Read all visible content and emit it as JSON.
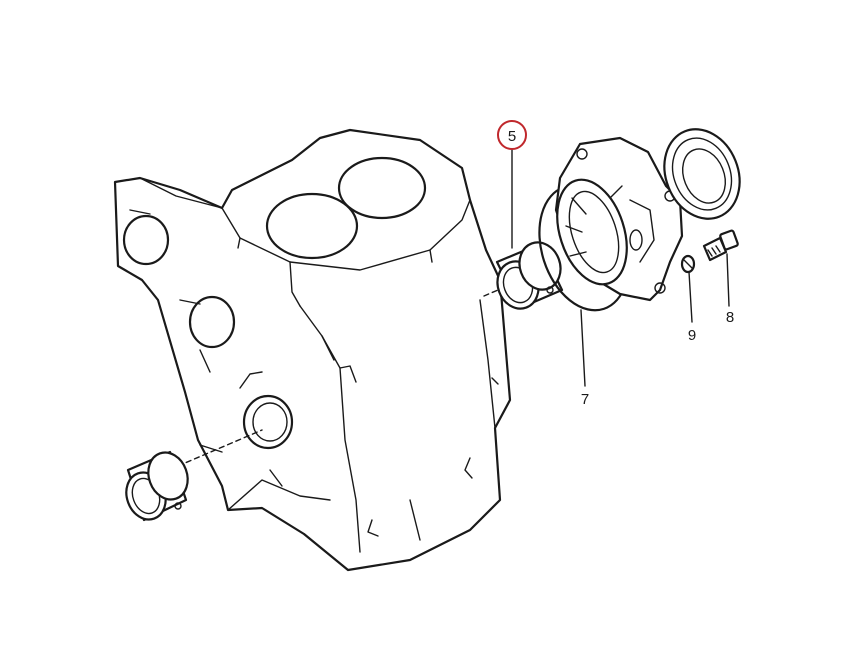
{
  "labels": {
    "part_5": "5",
    "part_7": "7",
    "part_8": "8",
    "part_9": "9"
  },
  "colors": {
    "line": "#1a1a1a",
    "highlight_circle": "#c0282c",
    "background": "#ffffff"
  }
}
